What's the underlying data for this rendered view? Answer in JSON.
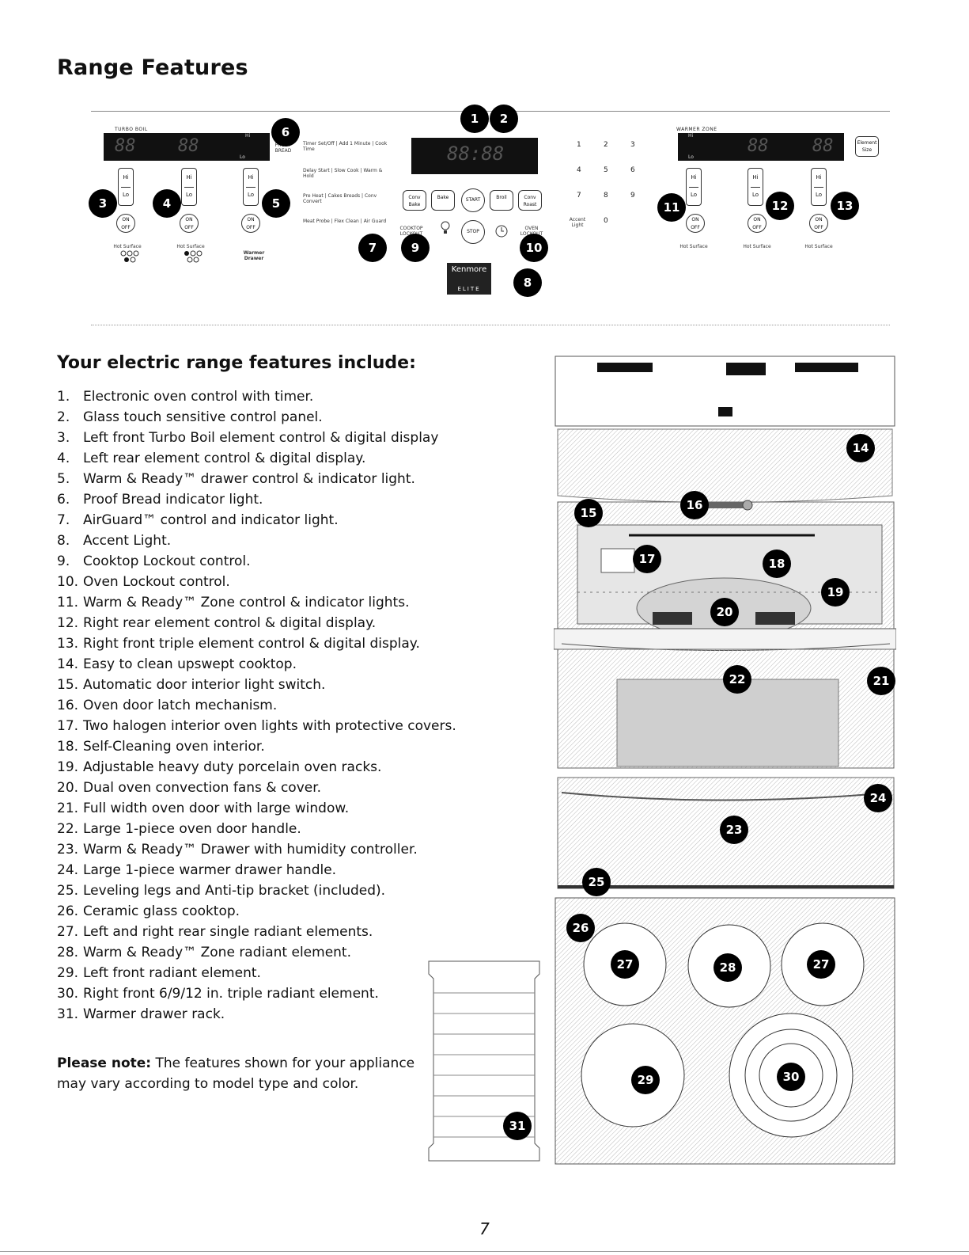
{
  "page": {
    "title": "Range Features",
    "subheading": "Your electric range features include:",
    "page_number": "7"
  },
  "features": [
    {
      "num": "1.",
      "text": "Electronic oven control with timer."
    },
    {
      "num": "2.",
      "text": "Glass touch sensitive control panel."
    },
    {
      "num": "3.",
      "text": "Left front Turbo Boil element control & digital display"
    },
    {
      "num": "4.",
      "text": "Left rear element control & digital display."
    },
    {
      "num": "5.",
      "text": "Warm & Ready™ drawer control & indicator light."
    },
    {
      "num": "6.",
      "text": "Proof Bread indicator light."
    },
    {
      "num": "7.",
      "text": "AirGuard™ control and indicator light."
    },
    {
      "num": "8.",
      "text": "Accent Light."
    },
    {
      "num": "9.",
      "text": "Cooktop Lockout control."
    },
    {
      "num": "10.",
      "text": "Oven Lockout control."
    },
    {
      "num": "11.",
      "text": "Warm & Ready™ Zone control & indicator lights."
    },
    {
      "num": "12.",
      "text": "Right rear element control & digital display."
    },
    {
      "num": "13.",
      "text": "Right front triple element control & digital display."
    },
    {
      "num": "14.",
      "text": "Easy to clean upswept cooktop."
    },
    {
      "num": "15.",
      "text": "Automatic door interior light switch."
    },
    {
      "num": "16.",
      "text": "Oven door latch mechanism."
    },
    {
      "num": "17.",
      "text": "Two halogen interior oven lights with protective covers."
    },
    {
      "num": "18.",
      "text": "Self-Cleaning oven interior."
    },
    {
      "num": "19.",
      "text": "Adjustable heavy duty porcelain oven racks."
    },
    {
      "num": "20.",
      "text": "Dual oven convection fans & cover."
    },
    {
      "num": "21.",
      "text": "Full width oven door with large window."
    },
    {
      "num": "22.",
      "text": "Large 1-piece oven door handle."
    },
    {
      "num": "23.",
      "text": "Warm & Ready™ Drawer with humidity controller."
    },
    {
      "num": "24.",
      "text": "Large 1-piece warmer drawer handle."
    },
    {
      "num": "25.",
      "text": "Leveling legs and Anti-tip bracket (included)."
    },
    {
      "num": "26.",
      "text": "Ceramic glass cooktop."
    },
    {
      "num": "27.",
      "text": "Left and right rear single radiant elements."
    },
    {
      "num": "28.",
      "text": "Warm & Ready™ Zone radiant element."
    },
    {
      "num": "29.",
      "text": "Left front radiant element."
    },
    {
      "num": "30.",
      "text": "Right front 6/9/12 in. triple radiant element."
    },
    {
      "num": "31.",
      "text": "Warmer drawer rack."
    }
  ],
  "note": {
    "label": "Please note:",
    "text": " The features shown for your appliance may vary according to model type and color."
  },
  "panel": {
    "turbo_boil_label": "TURBO BOIL",
    "warmer_zone_label": "WARMER ZONE",
    "display_digits": "88",
    "hi": "Hi",
    "lo": "Lo",
    "on": "ON",
    "off": "OFF",
    "hot_surface": "Hot Surface",
    "proof_bread": "PROOF BREAD",
    "warmer_drawer": "Warmer Drawer",
    "element_size": "Element Size",
    "oven_clock": "88:88",
    "function_keys": [
      [
        "Timer Set/Off",
        "Add 1 Minute",
        "Cook Time"
      ],
      [
        "Delay Start",
        "Slow Cook",
        "Warm & Hold"
      ],
      [
        "Pre Heat",
        "Cakes Breads",
        "Conv Convert"
      ],
      [
        "Meat Probe",
        "Flex Clean",
        "Air Guard"
      ]
    ],
    "oven_buttons": [
      "Conv Bake",
      "Bake",
      "START",
      "Broil",
      "Conv Roast"
    ],
    "stop": "STOP",
    "cooktop_lockout": "COOKTOP LOCKOUT",
    "oven_lockout": "OVEN LOCKOUT",
    "keypad": [
      "1",
      "2",
      "3",
      "4",
      "5",
      "6",
      "7",
      "8",
      "9",
      "0"
    ],
    "accent_light": "Accent Light",
    "brand": "Kenmore",
    "brand_sub": "ELITE"
  },
  "markers": {
    "m1": "1",
    "m2": "2",
    "m3": "3",
    "m4": "4",
    "m5": "5",
    "m6": "6",
    "m7": "7",
    "m8": "8",
    "m9": "9",
    "m10": "10",
    "m11": "11",
    "m12": "12",
    "m13": "13",
    "m14": "14",
    "m15": "15",
    "m16": "16",
    "m17": "17",
    "m18": "18",
    "m19": "19",
    "m20": "20",
    "m21": "21",
    "m22": "22",
    "m23": "23",
    "m24": "24",
    "m25": "25",
    "m26": "26",
    "m27a": "27",
    "m27b": "27",
    "m28": "28",
    "m29": "29",
    "m30": "30",
    "m31": "31"
  }
}
